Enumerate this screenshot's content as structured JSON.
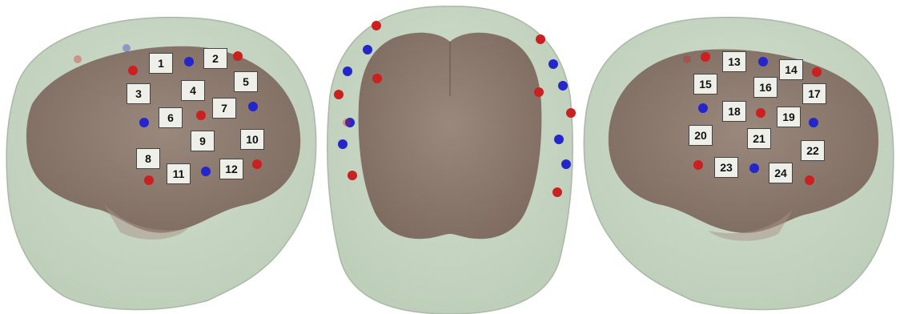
{
  "colors": {
    "head": "#c8d7c4",
    "head_edge": "#aebfaa",
    "brain": "#8f7b70",
    "brain_dark": "#7a675d",
    "source": "#cc1f1f",
    "detector": "#2426cc",
    "label_bg": "#efefea"
  },
  "views": [
    {
      "name": "left-hemisphere-view",
      "channels": [
        "1",
        "2",
        "3",
        "4",
        "5",
        "6",
        "7",
        "8",
        "9",
        "10",
        "11",
        "12"
      ]
    },
    {
      "name": "frontal-view",
      "channels": []
    },
    {
      "name": "right-hemisphere-view",
      "channels": [
        "13",
        "14",
        "15",
        "16",
        "17",
        "18",
        "19",
        "20",
        "21",
        "22",
        "23",
        "24"
      ]
    }
  ]
}
